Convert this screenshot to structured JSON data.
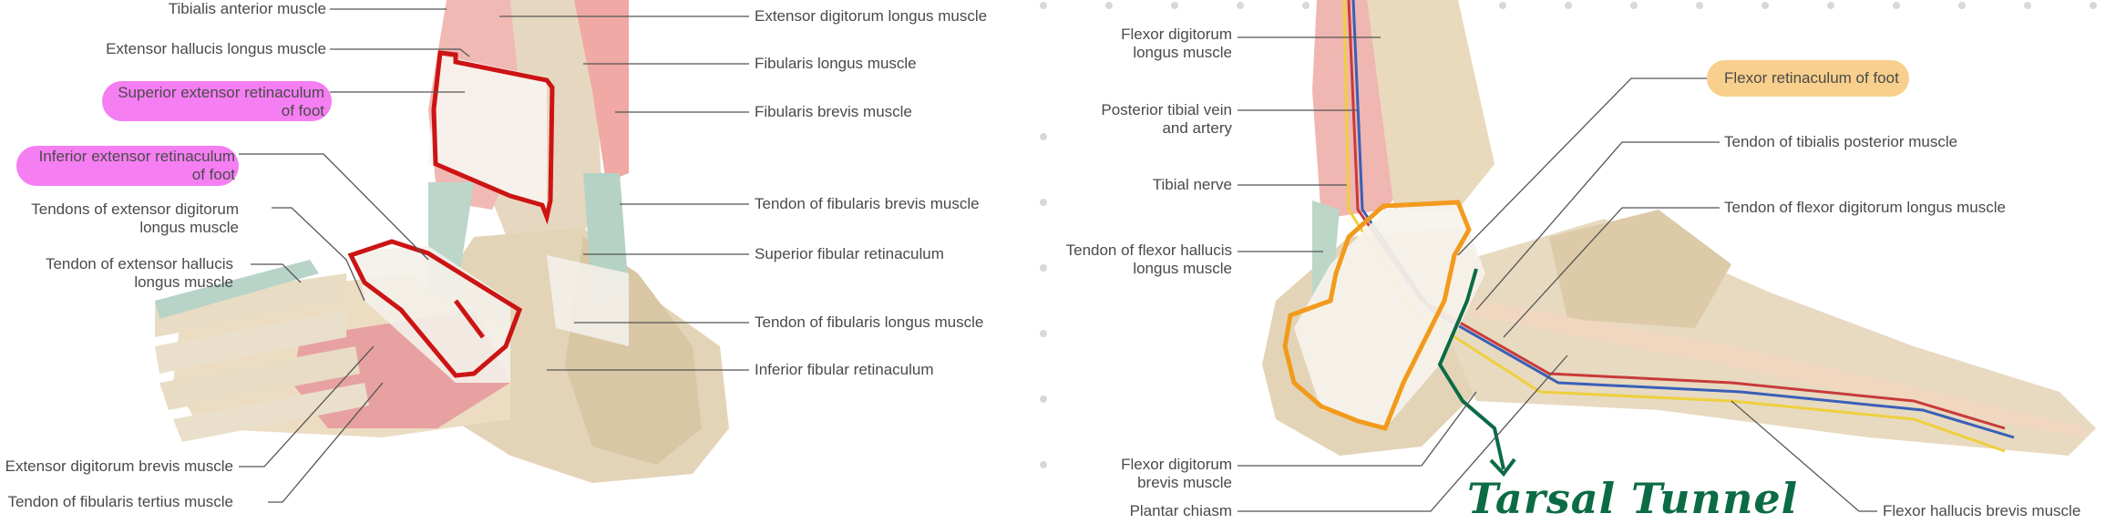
{
  "colors": {
    "left_highlight": "#f57ef2",
    "right_highlight": "#f8cf8c",
    "red_outline": "#cc1414",
    "orange_outline": "#f29a1c",
    "annotation_green": "#0b6b45"
  },
  "left_panel": {
    "labels": {
      "tibialis_anterior": "Tibialis anterior muscle",
      "extensor_hallucis_longus": "Extensor hallucis longus muscle",
      "superior_extensor_retinaculum_1": "Superior extensor retinaculum",
      "superior_extensor_retinaculum_2": "of foot",
      "inferior_extensor_retinaculum_1": "Inferior extensor retinaculum",
      "inferior_extensor_retinaculum_2": "of foot",
      "tendons_edl_1": "Tendons of extensor digitorum",
      "tendons_edl_2": "longus muscle",
      "tendon_ehl_1": "Tendon of extensor hallucis",
      "tendon_ehl_2": "longus muscle",
      "extensor_digitorum_brevis": "Extensor digitorum brevis muscle",
      "tendon_fibularis_tertius": "Tendon of fibularis tertius muscle",
      "extensor_digitorum_longus": "Extensor digitorum longus muscle",
      "fibularis_longus": "Fibularis longus muscle",
      "fibularis_brevis": "Fibularis brevis muscle",
      "tendon_fibularis_brevis": "Tendon of fibularis brevis muscle",
      "superior_fibular_retinaculum": "Superior fibular retinaculum",
      "tendon_fibularis_longus": "Tendon of fibularis longus muscle",
      "inferior_fibular_retinaculum": "Inferior fibular retinaculum"
    }
  },
  "right_panel": {
    "labels": {
      "flexor_digitorum_longus_1": "Flexor digitorum",
      "flexor_digitorum_longus_2": "longus muscle",
      "posterior_tibial_vein_1": "Posterior tibial vein",
      "posterior_tibial_vein_2": "and artery",
      "tibial_nerve": "Tibial nerve",
      "tendon_fhl_1": "Tendon of flexor hallucis",
      "tendon_fhl_2": "longus muscle",
      "flexor_digitorum_brevis_1": "Flexor digitorum",
      "flexor_digitorum_brevis_2": "brevis muscle",
      "plantar_chiasm": "Plantar chiasm",
      "flexor_retinaculum": "Flexor retinaculum of foot",
      "tendon_tibialis_posterior": "Tendon of tibialis posterior muscle",
      "tendon_fdl": "Tendon of flexor digitorum longus muscle",
      "flexor_hallucis_brevis": "Flexor hallucis brevis muscle"
    },
    "annotation": "Tarsal Tunnel"
  }
}
